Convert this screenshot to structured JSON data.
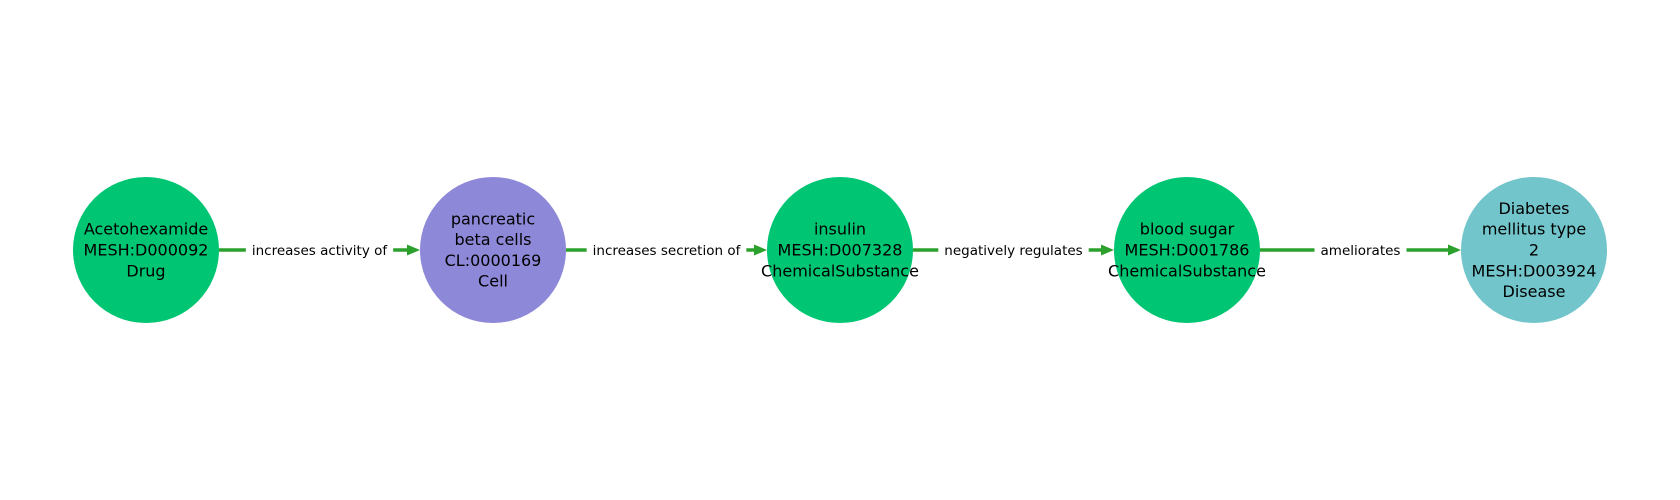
{
  "colors": {
    "edge": "#2ca02c",
    "drug": "#00c572",
    "cell": "#8e88d8",
    "chemical": "#00c572",
    "disease": "#72c5cb",
    "label_bg": "#ffffff"
  },
  "nodes": [
    {
      "id": "acetohexamide",
      "lines": [
        "Acetohexamide",
        "MESH:D000092",
        "Drug"
      ],
      "color_key": "drug"
    },
    {
      "id": "pancreatic-beta-cells",
      "lines": [
        "pancreatic",
        "beta cells",
        "CL:0000169",
        "Cell"
      ],
      "color_key": "cell"
    },
    {
      "id": "insulin",
      "lines": [
        "insulin",
        "MESH:D007328",
        "ChemicalSubstance"
      ],
      "color_key": "chemical"
    },
    {
      "id": "blood-sugar",
      "lines": [
        "blood sugar",
        "MESH:D001786",
        "ChemicalSubstance"
      ],
      "color_key": "chemical"
    },
    {
      "id": "diabetes-type-2",
      "lines": [
        "Diabetes",
        "mellitus type",
        "2",
        "MESH:D003924",
        "Disease"
      ],
      "color_key": "disease"
    }
  ],
  "edges": [
    {
      "from": 0,
      "to": 1,
      "label": "increases activity of"
    },
    {
      "from": 1,
      "to": 2,
      "label": "increases secretion of"
    },
    {
      "from": 2,
      "to": 3,
      "label": "negatively regulates"
    },
    {
      "from": 3,
      "to": 4,
      "label": "ameliorates"
    }
  ]
}
